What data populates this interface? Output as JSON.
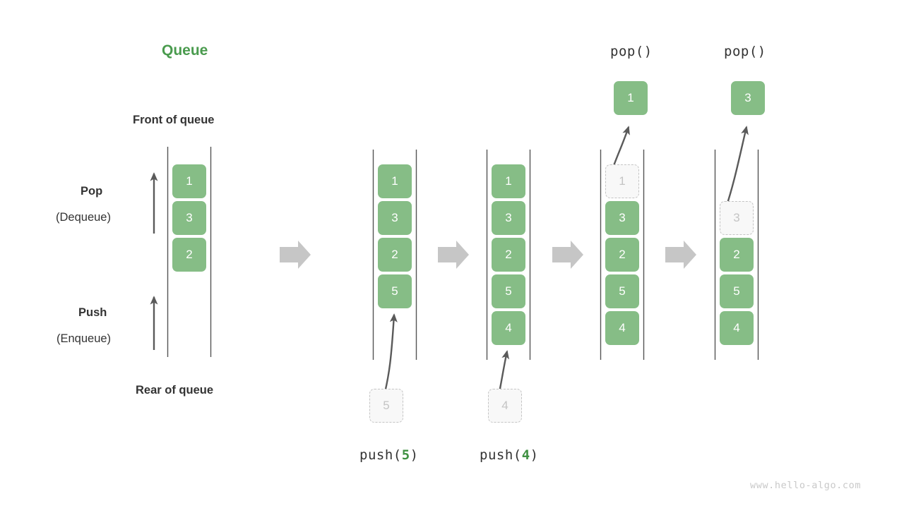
{
  "meta": {
    "title": "Queue",
    "title_color": "#4a9b4e",
    "fill_color": "#86bd86",
    "ghost_color": "#c4c4c4",
    "arrow_color": "#5a5a5a",
    "step_arrow_color": "#c4c4c4",
    "watermark": "www.hello-algo.com"
  },
  "labels": {
    "front_of_queue": "Front of queue",
    "rear_of_queue": "Rear of queue",
    "pop_main": "Pop",
    "pop_sub": "(Dequeue)",
    "push_main": "Push",
    "push_sub": "(Enqueue)"
  },
  "stages": [
    {
      "id": "initial",
      "caption": "",
      "caption_prefix": "",
      "caption_value": "",
      "caption_suffix": "",
      "top_label": "",
      "cells": [
        "1",
        "3",
        "2"
      ],
      "incoming": "",
      "outgoing": ""
    },
    {
      "id": "push-5",
      "caption_prefix": "push(",
      "caption_value": "5",
      "caption_suffix": ")",
      "top_label": "",
      "cells": [
        "1",
        "3",
        "2",
        "5"
      ],
      "incoming": "5",
      "outgoing": ""
    },
    {
      "id": "push-4",
      "caption_prefix": "push(",
      "caption_value": "4",
      "caption_suffix": ")",
      "top_label": "",
      "cells": [
        "1",
        "3",
        "2",
        "5",
        "4"
      ],
      "incoming": "4",
      "outgoing": ""
    },
    {
      "id": "pop-1",
      "caption_prefix": "",
      "caption_value": "",
      "caption_suffix": "",
      "top_label": "pop()",
      "cells": [
        "1",
        "3",
        "2",
        "5",
        "4"
      ],
      "ghost_index": 0,
      "incoming": "",
      "outgoing": "1"
    },
    {
      "id": "pop-3",
      "caption_prefix": "",
      "caption_value": "",
      "caption_suffix": "",
      "top_label": "pop()",
      "cells": [
        "3",
        "2",
        "5",
        "4"
      ],
      "ghost_index": 0,
      "incoming": "",
      "outgoing": "3"
    }
  ],
  "cells": {
    "c0_0": "1",
    "c0_1": "3",
    "c0_2": "2",
    "c1_0": "1",
    "c1_1": "3",
    "c1_2": "2",
    "c1_3": "5",
    "c2_0": "1",
    "c2_1": "3",
    "c2_2": "2",
    "c2_3": "5",
    "c2_4": "4",
    "c3_0": "1",
    "c3_1": "3",
    "c3_2": "2",
    "c3_3": "5",
    "c3_4": "4",
    "c4_0": "3",
    "c4_1": "2",
    "c4_2": "5",
    "c4_3": "4",
    "in1": "5",
    "in2": "4",
    "out3": "1",
    "out4": "3"
  },
  "captions": {
    "push5_prefix": "push(",
    "push5_value": "5",
    "push5_suffix": ")",
    "push4_prefix": "push(",
    "push4_value": "4",
    "push4_suffix": ")",
    "pop_a": "pop()",
    "pop_b": "pop()"
  }
}
